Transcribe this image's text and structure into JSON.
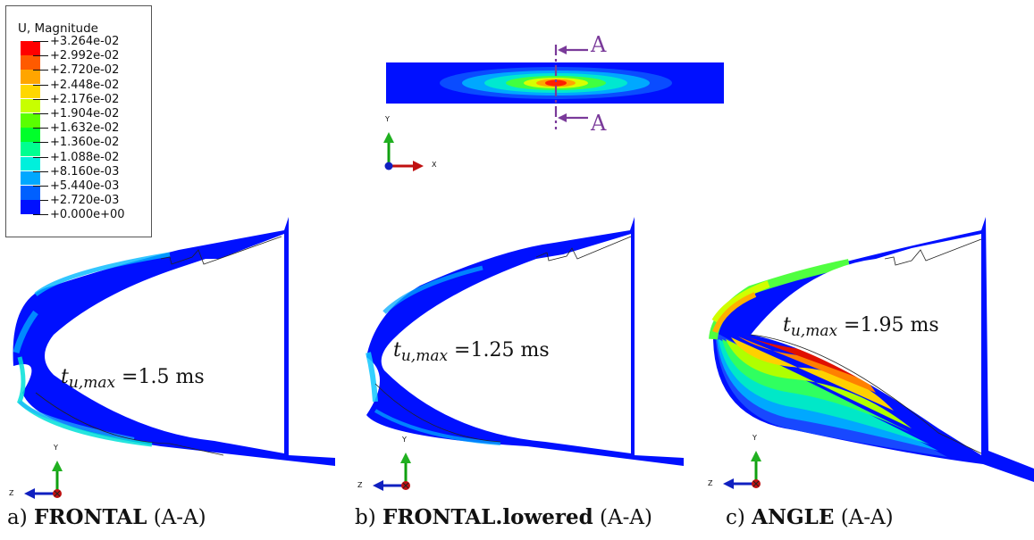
{
  "legend": {
    "title": "U, Magnitude",
    "entries": [
      {
        "label": "+3.264e-02",
        "color": "#ff0000"
      },
      {
        "label": "+2.992e-02",
        "color": "#ff5a00"
      },
      {
        "label": "+2.720e-02",
        "color": "#ffa500"
      },
      {
        "label": "+2.448e-02",
        "color": "#ffd700"
      },
      {
        "label": "+2.176e-02",
        "color": "#c8ff00"
      },
      {
        "label": "+1.904e-02",
        "color": "#5aff00"
      },
      {
        "label": "+1.632e-02",
        "color": "#00ff2a"
      },
      {
        "label": "+1.360e-02",
        "color": "#00ff90"
      },
      {
        "label": "+1.088e-02",
        "color": "#00f0dc"
      },
      {
        "label": "+8.160e-03",
        "color": "#00a8ff"
      },
      {
        "label": "+5.440e-03",
        "color": "#0060ff"
      },
      {
        "label": "+2.720e-03",
        "color": "#0020ff"
      },
      {
        "label": "+0.000e+00",
        "color": ""
      }
    ]
  },
  "section_marker": {
    "top_label": "A",
    "bottom_label": "A"
  },
  "axes": {
    "y": "Y",
    "x": "X",
    "z": "Z"
  },
  "panels": [
    {
      "t_prefix": "t",
      "t_sub": "u,max",
      "t_value": "=1.5 ms",
      "caption_prefix": "a) ",
      "caption_bold": "FRONTAL",
      "caption_suffix": " (A-A)"
    },
    {
      "t_prefix": "t",
      "t_sub": "u,max",
      "t_value": "=1.25 ms",
      "caption_prefix": "b) ",
      "caption_bold": "FRONTAL.lowered",
      "caption_suffix": " (A-A)"
    },
    {
      "t_prefix": "t",
      "t_sub": "u,max",
      "t_value": "=1.95 ms",
      "caption_prefix": "c) ",
      "caption_bold": "ANGLE",
      "caption_suffix": " (A-A)"
    }
  ]
}
